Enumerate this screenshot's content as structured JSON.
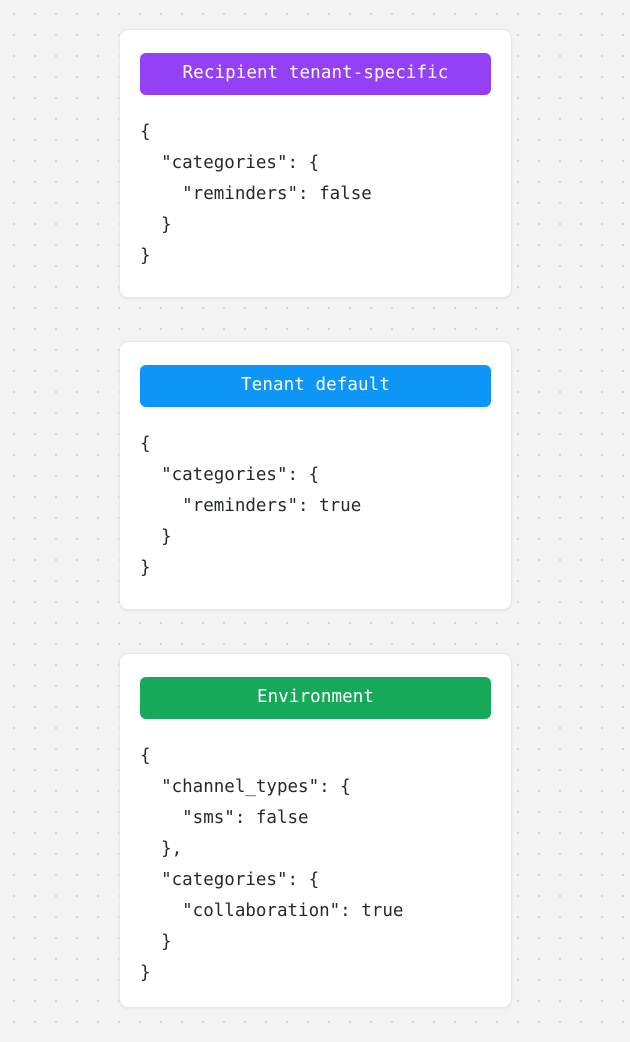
{
  "page": {
    "background_color": "#f3f3f3",
    "dot_color": "#d6d6d6",
    "card_background": "#ffffff",
    "code_text_color": "#24292e"
  },
  "cards": [
    {
      "header_label": "Recipient tenant-specific",
      "header_color": "#9440f5",
      "code": "{\n  \"categories\": {\n    \"reminders\": false\n  }\n}"
    },
    {
      "header_label": "Tenant default",
      "header_color": "#0d96f8",
      "code": "{\n  \"categories\": {\n    \"reminders\": true\n  }\n}"
    },
    {
      "header_label": "Environment",
      "header_color": "#17a95a",
      "code": "{\n  \"channel_types\": {\n    \"sms\": false\n  },\n  \"categories\": {\n    \"collaboration\": true\n  }\n}"
    }
  ]
}
